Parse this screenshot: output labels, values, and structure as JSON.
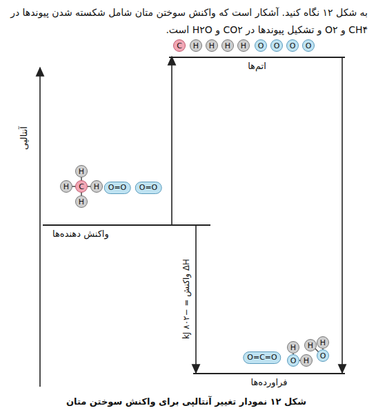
{
  "diagram": {
    "caption": "شکل ۱۲ نمودار تغییر آنتالپی برای واکنش سوختن متان",
    "nodes": [
      {
        "text": [
          "اتم‌ها"
        ]
      },
      {
        "text": [
          "واکنش دهنده‌ها"
        ]
      },
      {
        "text": [
          "فراورده‌ها"
        ]
      }
    ],
    "edges": [
      {
        "from": 1,
        "to": 0,
        "arrow": "to"
      },
      {
        "from": 0,
        "to": 2,
        "arrow": "to"
      },
      {
        "from": 1,
        "to": 2,
        "arrow": "to",
        "label": "ΔH واکنش = −۸۰۲ kJ"
      }
    ],
    "labels": [
      "به شکل ۱۲ نگاه کنید. آشکار است که واکنش سوختن متان شامل شکسته شدن پیوندها در CH۴ و O۲ و تشکیل پیوندها در CO۲ و H۲O است.",
      "آنتالپی",
      "C",
      "H",
      "H",
      "H",
      "H",
      "O",
      "O",
      "O",
      "O",
      "H",
      "H",
      "C",
      "H",
      "H",
      "O=O",
      "O=O",
      "O=C=O",
      "O",
      "H",
      "H",
      "O",
      "H",
      "H"
    ]
  }
}
